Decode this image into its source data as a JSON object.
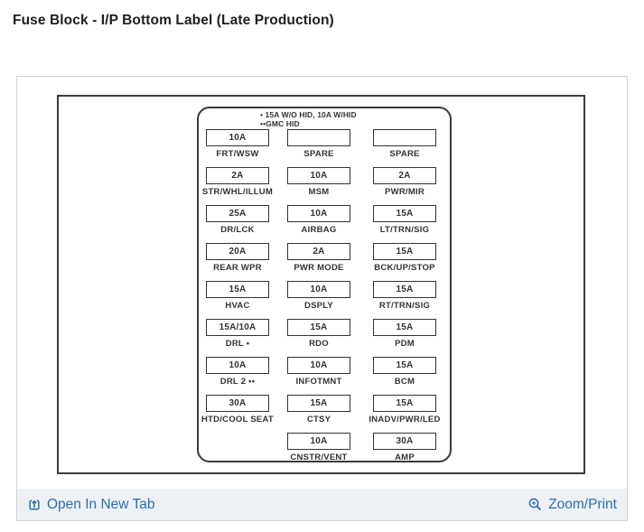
{
  "page": {
    "title": "Fuse Block - I/P Bottom Label (Late Production)"
  },
  "diagram": {
    "legend": {
      "line1": "• 15A W/O HID, 10A W/HID",
      "line2": "••GMC HID"
    },
    "rows": [
      {
        "cells": [
          {
            "amp": "10A",
            "label": "FRT/WSW"
          },
          {
            "amp": "",
            "label": "SPARE"
          },
          {
            "amp": "",
            "label": "SPARE"
          }
        ]
      },
      {
        "cells": [
          {
            "amp": "2A",
            "label": "STR/WHL/ILLUM"
          },
          {
            "amp": "10A",
            "label": "MSM"
          },
          {
            "amp": "2A",
            "label": "PWR/MIR"
          }
        ]
      },
      {
        "cells": [
          {
            "amp": "25A",
            "label": "DR/LCK"
          },
          {
            "amp": "10A",
            "label": "AIRBAG"
          },
          {
            "amp": "15A",
            "label": "LT/TRN/SIG"
          }
        ]
      },
      {
        "cells": [
          {
            "amp": "20A",
            "label": "REAR WPR"
          },
          {
            "amp": "2A",
            "label": "PWR MODE"
          },
          {
            "amp": "15A",
            "label": "BCK/UP/STOP"
          }
        ]
      },
      {
        "cells": [
          {
            "amp": "15A",
            "label": "HVAC"
          },
          {
            "amp": "10A",
            "label": "DSPLY"
          },
          {
            "amp": "15A",
            "label": "RT/TRN/SIG"
          }
        ]
      },
      {
        "cells": [
          {
            "amp": "15A/10A",
            "label": "DRL •"
          },
          {
            "amp": "15A",
            "label": "RDO"
          },
          {
            "amp": "15A",
            "label": "PDM"
          }
        ]
      },
      {
        "cells": [
          {
            "amp": "10A",
            "label": "DRL 2 ••"
          },
          {
            "amp": "10A",
            "label": "INFOTMNT"
          },
          {
            "amp": "15A",
            "label": "BCM"
          }
        ]
      },
      {
        "cells": [
          {
            "amp": "30A",
            "label": "HTD/COOL SEAT"
          },
          {
            "amp": "15A",
            "label": "CTSY"
          },
          {
            "amp": "15A",
            "label": "INADV/PWR/LED"
          }
        ]
      },
      {
        "cells": [
          null,
          {
            "amp": "10A",
            "label": "CNSTR/VENT"
          },
          {
            "amp": "30A",
            "label": "AMP"
          }
        ]
      }
    ]
  },
  "footer": {
    "open_label": "Open In New Tab",
    "zoom_label": "Zoom/Print"
  },
  "colors": {
    "link": "#2b6dad",
    "footer_bg": "#eef1f4",
    "diagram_ink": "#333333",
    "panel_border": "#d2d2d2"
  }
}
